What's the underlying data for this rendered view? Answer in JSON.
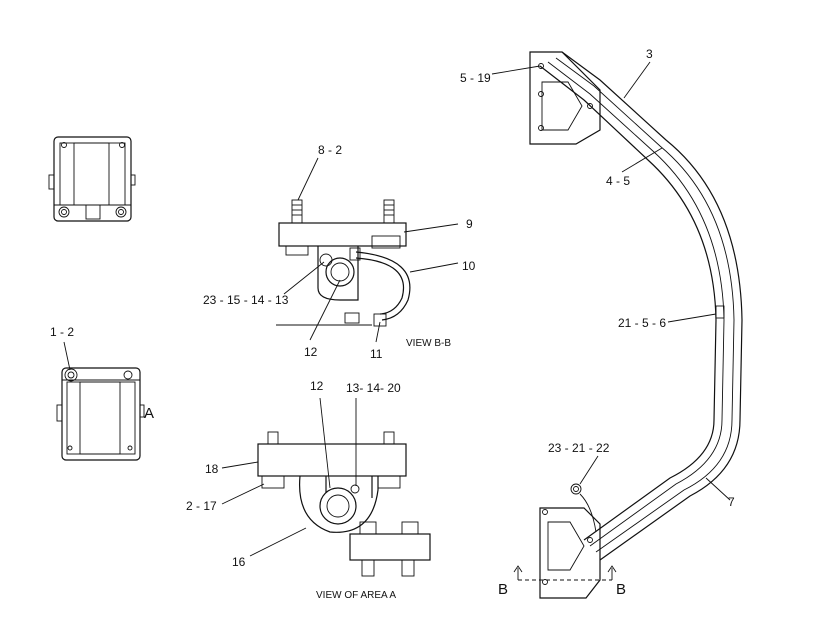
{
  "labels": {
    "l_8_2": "8 - 2",
    "l_9": "9",
    "l_10": "10",
    "l_23_15_14_13": "23 - 15 - 14 - 13",
    "l_12_top": "12",
    "l_11": "11",
    "view_bb": "VIEW B-B",
    "l_1_2": "1 - 2",
    "l_A": "A",
    "l_12_bot": "12",
    "l_13_14_20": "13- 14- 20",
    "l_18": "18",
    "l_2_17": "2 - 17",
    "l_16": "16",
    "view_area_a": "VIEW OF AREA A",
    "l_5_19": "5 - 19",
    "l_3": "3",
    "l_4_5": "4 - 5",
    "l_21_5_6": "21 - 5 - 6",
    "l_23_21_22": "23 - 21 - 22",
    "l_7": "7",
    "l_B_left": "B",
    "l_B_right": "B"
  }
}
